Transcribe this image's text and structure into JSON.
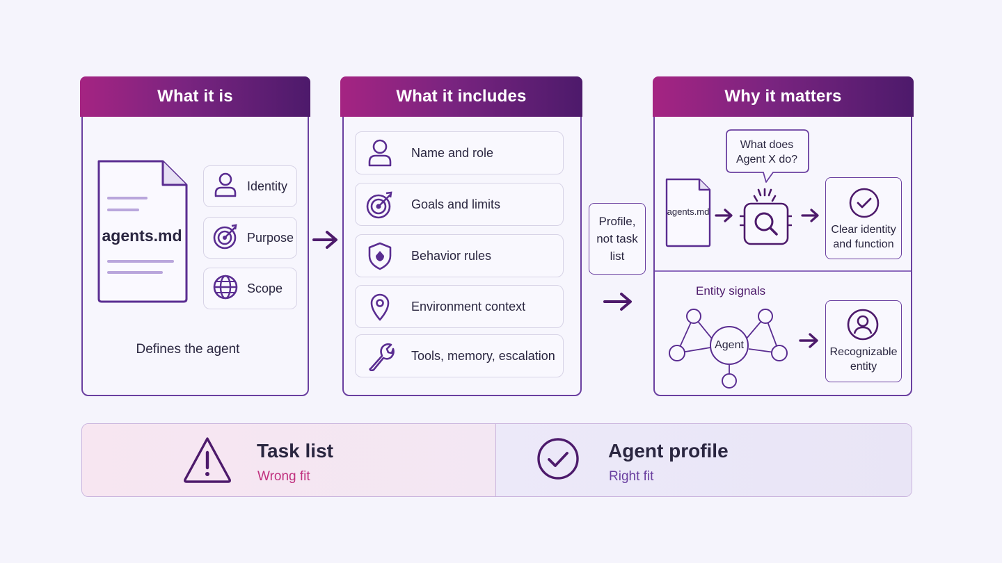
{
  "panels": {
    "what_it_is": {
      "title": "What it is",
      "file_label": "agents.md",
      "chips": [
        "Identity",
        "Purpose",
        "Scope"
      ],
      "caption": "Defines the agent"
    },
    "what_it_includes": {
      "title": "What it includes",
      "items": [
        "Name and role",
        "Goals and limits",
        "Behavior rules",
        "Environment context",
        "Tools, memory, escalation"
      ]
    },
    "why_it_matters": {
      "title": "Why it matters",
      "speech": "What does Agent X do?",
      "file_label": "agents.md",
      "result_top": "Clear identity and function",
      "entity_title": "Entity signals",
      "agent_node": "Agent",
      "result_bottom": "Recognizable entity"
    }
  },
  "middle_callout": "Profile, not task list",
  "bottom": {
    "left": {
      "title": "Task list",
      "subtitle": "Wrong fit"
    },
    "right": {
      "title": "Agent profile",
      "subtitle": "Right fit"
    }
  },
  "colors": {
    "accent": "#6a3fa0",
    "header_start": "#a52482",
    "header_end": "#4d1a6b",
    "wrong": "#c0307e",
    "right": "#6a3fa0",
    "text": "#2a2640"
  },
  "icons": [
    "document-icon",
    "person-icon",
    "target-icon",
    "globe-icon",
    "shield-icon",
    "location-pin-icon",
    "wrench-icon",
    "magnifier-chip-icon",
    "check-circle-icon",
    "user-circle-icon",
    "warning-icon",
    "arrow-right-icon"
  ]
}
